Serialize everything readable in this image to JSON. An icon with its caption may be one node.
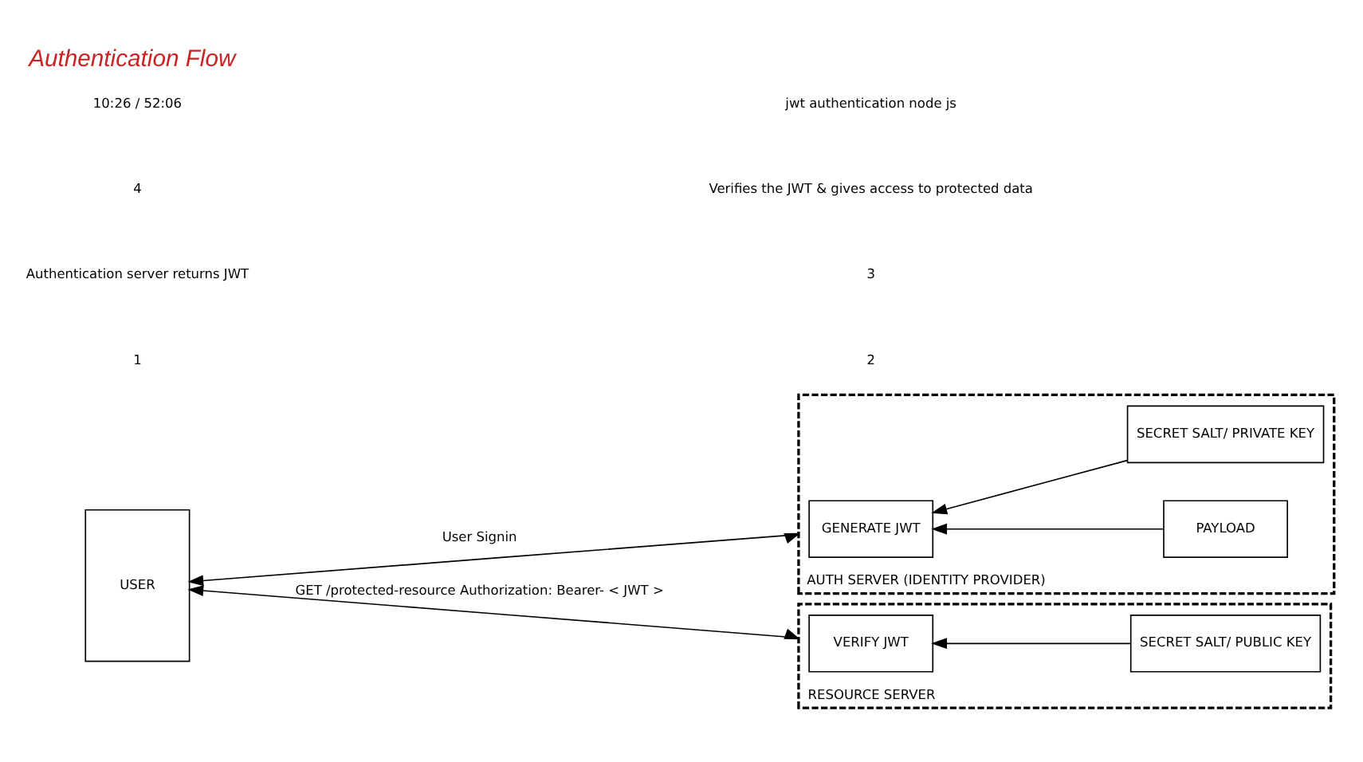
{
  "diagram": {
    "title": "Authentication Flow",
    "nodes": [
      {
        "text": [
          "USER"
        ]
      },
      {
        "text": [
          "AUTH SERVER (IDENTITY PROVIDER)"
        ]
      },
      {
        "text": [
          "GENERATE JWT"
        ],
        "in": 1
      },
      {
        "text": [
          "PAYLOAD"
        ],
        "in": 1
      },
      {
        "text": [
          "SECRET SALT/ PRIVATE KEY"
        ],
        "in": 1
      },
      {
        "text": [
          "RESOURCE SERVER"
        ]
      },
      {
        "text": [
          "VERIFY JWT"
        ],
        "in": 5
      },
      {
        "text": [
          "SECRET SALT/ PUBLIC KEY"
        ],
        "in": 5
      }
    ],
    "edges": [
      {
        "from": 3,
        "to": 2,
        "arrow": "to"
      },
      {
        "from": 4,
        "to": 2,
        "arrow": "to"
      },
      {
        "from": 7,
        "to": 6,
        "arrow": "to"
      },
      {
        "from": 0,
        "to": 1,
        "arrow": "both",
        "label": "User Signin"
      },
      {
        "from": 0,
        "to": 5,
        "arrow": "both",
        "label": "GET /protected-resource Authorization: Bearer- < JWT >"
      }
    ],
    "labels": [
      "1",
      "2",
      "Authentication server returns JWT",
      "3",
      "4",
      "Verifies the JWT & gives access to protected data",
      "10:26 / 52:06",
      "jwt authentication node js"
    ]
  }
}
